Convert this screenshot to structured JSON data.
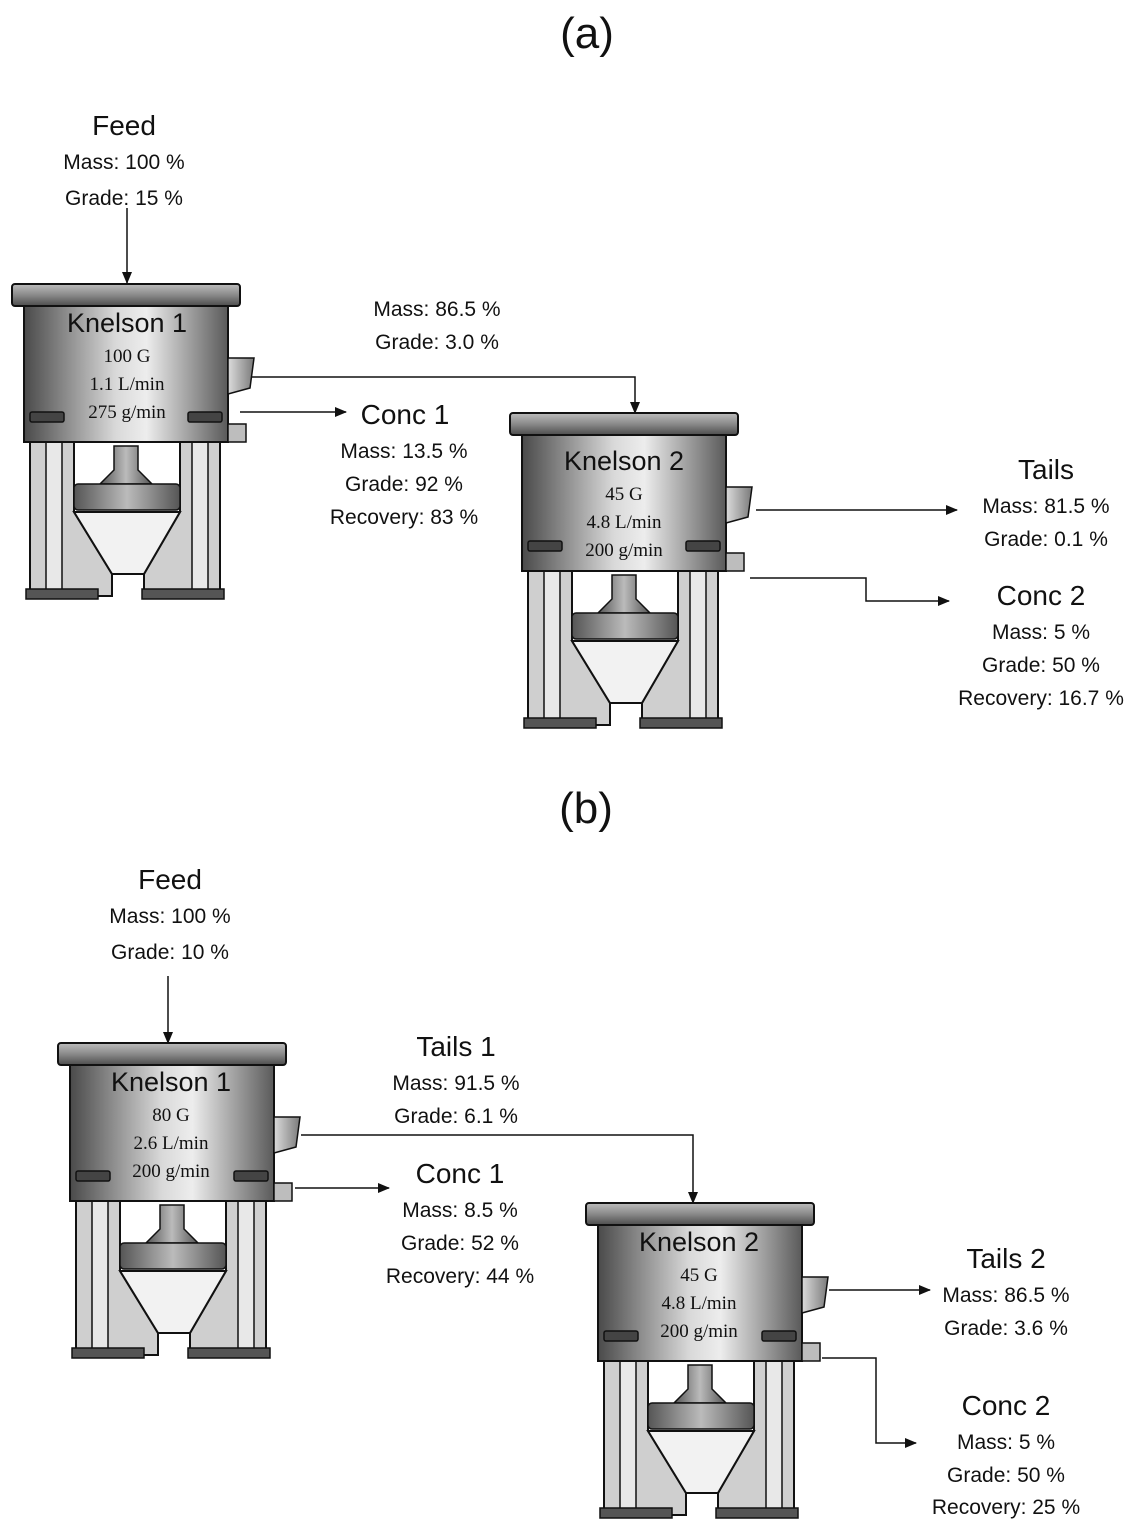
{
  "panels": [
    {
      "label": "(a)",
      "feed": {
        "title": "Feed",
        "lines": [
          "Mass: 100 %",
          "Grade: 15 %"
        ]
      },
      "stream_k1_to_k2": {
        "title": "",
        "lines": [
          "Mass: 86.5 %",
          "Grade:  3.0 %"
        ]
      },
      "conc1": {
        "title": "Conc 1",
        "lines": [
          "Mass: 13.5 %",
          "Grade: 92 %",
          "Recovery: 83 %"
        ]
      },
      "tails2": {
        "title": "Tails",
        "lines": [
          "Mass: 81.5 %",
          "Grade:  0.1 %"
        ]
      },
      "conc2": {
        "title": "Conc 2",
        "lines": [
          "Mass: 5 %",
          "Grade: 50 %",
          "Recovery: 16.7 %"
        ]
      },
      "knelson1": {
        "name": "Knelson 1",
        "params": [
          "100 G",
          "1.1 L/min",
          "275 g/min"
        ]
      },
      "knelson2": {
        "name": "Knelson 2",
        "params": [
          "45 G",
          "4.8 L/min",
          "200 g/min"
        ]
      }
    },
    {
      "label": "(b)",
      "feed": {
        "title": "Feed",
        "lines": [
          "Mass: 100 %",
          "Grade: 10 %"
        ]
      },
      "stream_k1_to_k2": {
        "title": "Tails 1",
        "lines": [
          "Mass: 91.5 %",
          "Grade:  6.1 %"
        ]
      },
      "conc1": {
        "title": "Conc 1",
        "lines": [
          "Mass: 8.5 %",
          "Grade: 52 %",
          "Recovery: 44 %"
        ]
      },
      "tails2": {
        "title": "Tails 2",
        "lines": [
          "Mass: 86.5 %",
          "Grade: 3.6 %"
        ]
      },
      "conc2": {
        "title": "Conc 2",
        "lines": [
          "Mass: 5 %",
          "Grade: 50 %",
          "Recovery: 25 %"
        ]
      },
      "knelson1": {
        "name": "Knelson 1",
        "params": [
          "80 G",
          "2.6 L/min",
          "200 g/min"
        ]
      },
      "knelson2": {
        "name": "Knelson 2",
        "params": [
          "45 G",
          "4.8 L/min",
          "200 g/min"
        ]
      }
    }
  ],
  "colors": {
    "line": "#111111",
    "body_dark": "#555555",
    "body_light": "#e6e6e6",
    "leg": "#c8c8c8"
  }
}
